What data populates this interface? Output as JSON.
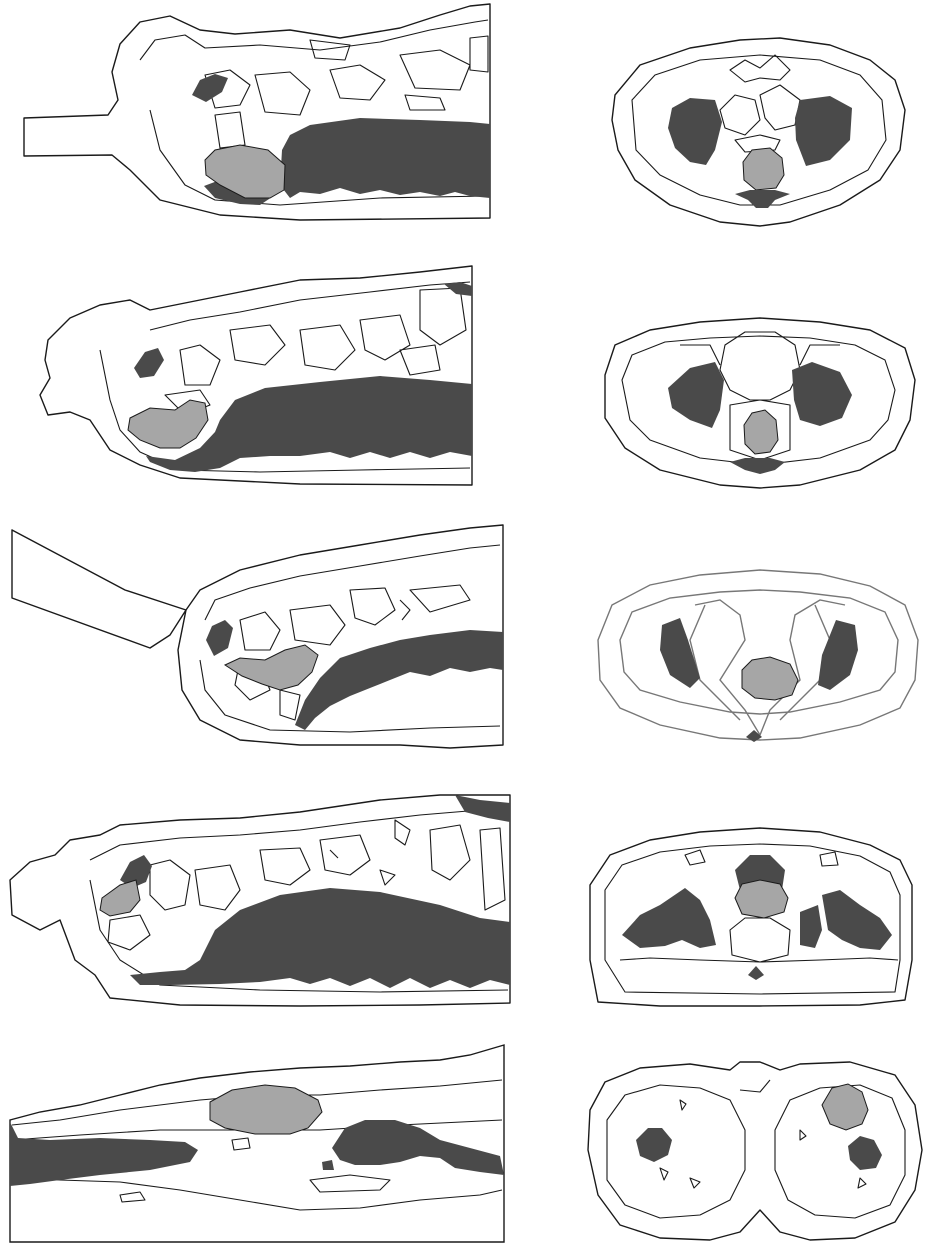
{
  "figure": {
    "colors": {
      "background": "#ffffff",
      "outline": "#1a1a1a",
      "dark_tissue": "#4a4a4a",
      "light_tissue": "#a6a6a6"
    },
    "rows": [
      {
        "row": 1,
        "views": [
          "sagittal-slice-icon",
          "axial-slice-icon"
        ]
      },
      {
        "row": 2,
        "views": [
          "sagittal-slice-icon",
          "axial-slice-icon"
        ]
      },
      {
        "row": 3,
        "views": [
          "sagittal-slice-icon",
          "axial-slice-icon"
        ]
      },
      {
        "row": 4,
        "views": [
          "sagittal-slice-icon",
          "axial-slice-icon"
        ]
      },
      {
        "row": 5,
        "views": [
          "sagittal-slice-icon",
          "axial-slice-icon"
        ]
      }
    ]
  }
}
